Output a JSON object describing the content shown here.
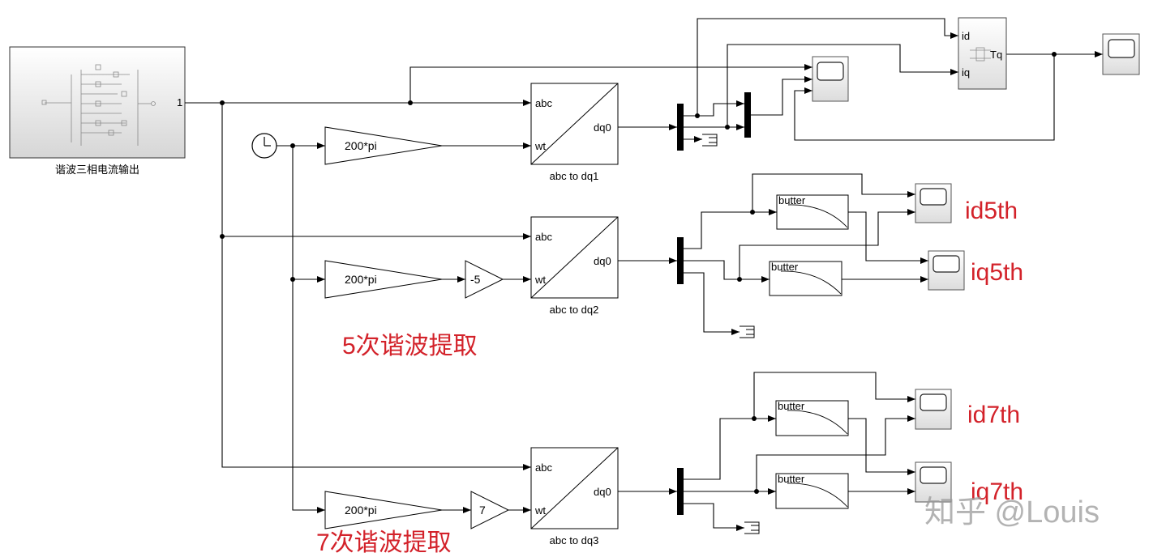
{
  "subsystem": {
    "port": "1",
    "caption": "谐波三相电流输出"
  },
  "transforms": [
    {
      "in_abc": "abc",
      "in_wt": "wt",
      "out": "dq0",
      "caption": "abc to dq1"
    },
    {
      "in_abc": "abc",
      "in_wt": "wt",
      "out": "dq0",
      "caption": "abc to dq2"
    },
    {
      "in_abc": "abc",
      "in_wt": "wt",
      "out": "dq0",
      "caption": "abc to dq3"
    }
  ],
  "gains": [
    "200*pi",
    "200*pi",
    "200*pi"
  ],
  "gain_5": "-5",
  "gain_7": "7",
  "filters": [
    "butter",
    "butter",
    "butter",
    "butter"
  ],
  "torque": {
    "in_id": "id",
    "in_iq": "iq",
    "out": "Tq"
  },
  "labels": {
    "id5": "id5th",
    "iq5": "iq5th",
    "id7": "id7th",
    "iq7": "iq7th",
    "h5": "5次谐波提取",
    "h7": "7次谐波提取"
  },
  "watermark": "知乎 @Louis",
  "colors": {
    "annotation": "#d3222a",
    "wire": "#000000",
    "background": "#ffffff"
  }
}
